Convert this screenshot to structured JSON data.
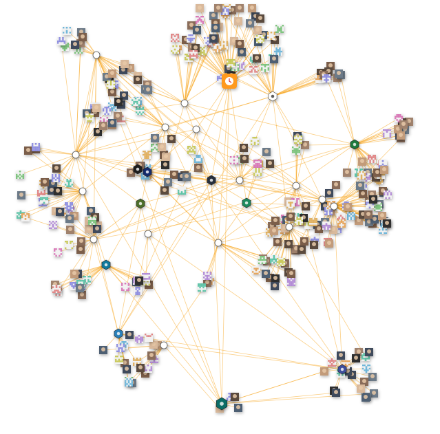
{
  "graph": {
    "edge_color": "#f7a823",
    "background": "#ffffff",
    "hubs": [
      {
        "id": "h0",
        "kind": "clock",
        "color": "#ff9a1f",
        "icon": "clock-icon"
      },
      {
        "id": "h1",
        "kind": "hex",
        "color": "#1f7a3f",
        "icon": "hex-logo-icon"
      },
      {
        "id": "h2",
        "kind": "hex",
        "color": "#142c6e",
        "icon": "hex-logo-icon"
      },
      {
        "id": "h3",
        "kind": "hex",
        "color": "#1d1d1d",
        "icon": "hex-logo-icon"
      },
      {
        "id": "h4",
        "kind": "hex",
        "color": "#2a80b9",
        "icon": "hex-logo-icon"
      },
      {
        "id": "h5",
        "kind": "hex",
        "color": "#1c8a5e",
        "icon": "hex-logo-icon"
      },
      {
        "id": "h6",
        "kind": "hex",
        "color": "#0b6d66",
        "icon": "hex-logo-icon"
      },
      {
        "id": "h7",
        "kind": "hex",
        "color": "#3d4e9c",
        "icon": "hex-logo-icon"
      },
      {
        "id": "h8",
        "kind": "hex",
        "color": "#272f3d",
        "icon": "hex-logo-icon"
      },
      {
        "id": "h9",
        "kind": "hex",
        "color": "#117a9d",
        "icon": "hex-logo-icon"
      },
      {
        "id": "h10",
        "kind": "hex",
        "color": "#4c6e2a",
        "icon": "hex-logo-icon"
      },
      {
        "id": "h11",
        "kind": "hex",
        "color": "#ffffff",
        "icon": "hex-logo-icon"
      }
    ],
    "avatar_palette": [
      "#8a6d5a",
      "#5a4a3e",
      "#c29b7a",
      "#3f4a5c",
      "#6c7a88",
      "#a0826d",
      "#2f2f2f",
      "#d9b99b",
      "#7b5e4a",
      "#4d5f73"
    ],
    "identicon_palette": [
      "#b38cd6",
      "#e6a55c",
      "#7cc37c",
      "#d97ab8",
      "#6fb6d9",
      "#c9c95a",
      "#e08585",
      "#8f8fe0",
      "#5fc4a8",
      "#e0b060"
    ]
  }
}
